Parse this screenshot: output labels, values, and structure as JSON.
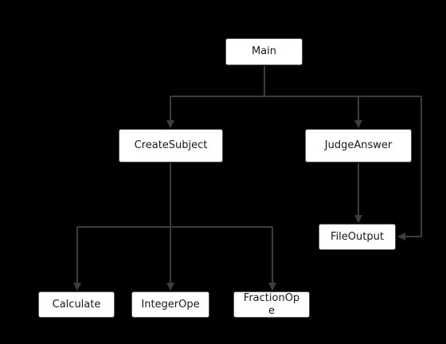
{
  "diagram": {
    "nodes": {
      "main": "Main",
      "create_subject": "CreateSubject",
      "judge_answer": "JudgeAnswer",
      "file_output": "FileOutput",
      "calculate": "Calculate",
      "integer_ope": "IntegerOpe",
      "fraction_ope": "FractionOpe"
    },
    "edges": [
      {
        "from": "Main",
        "to": "CreateSubject"
      },
      {
        "from": "Main",
        "to": "JudgeAnswer"
      },
      {
        "from": "Main",
        "to": "FileOutput"
      },
      {
        "from": "JudgeAnswer",
        "to": "FileOutput"
      },
      {
        "from": "CreateSubject",
        "to": "Calculate"
      },
      {
        "from": "CreateSubject",
        "to": "IntegerOpe"
      },
      {
        "from": "CreateSubject",
        "to": "FractionOpe"
      }
    ],
    "colors": {
      "background": "#000000",
      "node_fill": "#ffffff",
      "connector": "#3d3d3d"
    }
  }
}
